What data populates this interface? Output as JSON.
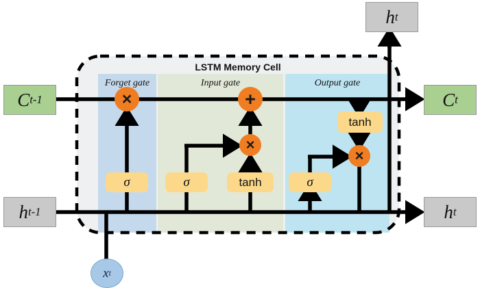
{
  "diagram": {
    "title": "LSTM Memory Cell",
    "type": "lstm-memory-cell-diagram"
  },
  "cell": {
    "title": "LSTM Memory Cell",
    "bands": [
      {
        "id": "forget",
        "label": "Forget gate",
        "color": "#c5d9ec"
      },
      {
        "id": "input",
        "label": "Input gate",
        "color": "#e2e8d8"
      },
      {
        "id": "output",
        "label": "Output gate",
        "color": "#bee4f2"
      }
    ],
    "background": "#eef0f2",
    "border_color": "#000000",
    "border_style": "dashed"
  },
  "io_nodes": [
    {
      "id": "c-prev",
      "symbol": "C",
      "subscript": "t-1",
      "color": "#a9cf91",
      "side": "left-top"
    },
    {
      "id": "h-prev",
      "symbol": "h",
      "subscript": "t-1",
      "color": "#c9c9c9",
      "side": "left-bottom"
    },
    {
      "id": "c-out",
      "symbol": "C",
      "subscript": "t",
      "color": "#a9cf91",
      "side": "right-top"
    },
    {
      "id": "h-out-right",
      "symbol": "h",
      "subscript": "t",
      "color": "#c9c9c9",
      "side": "right-bottom"
    },
    {
      "id": "h-out-top",
      "symbol": "h",
      "subscript": "t",
      "color": "#c9c9c9",
      "side": "top"
    },
    {
      "id": "x-in",
      "symbol": "x",
      "subscript": "t",
      "color": "#a8c8e8",
      "side": "bottom"
    }
  ],
  "activations": [
    {
      "id": "forget-sigma",
      "label": "σ",
      "gate": "forget"
    },
    {
      "id": "input-sigma",
      "label": "σ",
      "gate": "input"
    },
    {
      "id": "input-tanh",
      "label": "tanh",
      "gate": "input"
    },
    {
      "id": "output-sigma",
      "label": "σ",
      "gate": "output"
    },
    {
      "id": "output-tanh",
      "label": "tanh",
      "gate": "output"
    }
  ],
  "operators": [
    {
      "id": "forget-mult",
      "glyph": "×",
      "gate": "forget",
      "color": "#f07d22"
    },
    {
      "id": "input-mult",
      "glyph": "×",
      "gate": "input",
      "color": "#f07d22"
    },
    {
      "id": "cell-add",
      "glyph": "+",
      "gate": "input",
      "color": "#f07d22"
    },
    {
      "id": "output-mult",
      "glyph": "×",
      "gate": "output",
      "color": "#f07d22"
    }
  ],
  "labels": {
    "c_prev_main": "C",
    "c_prev_sub": "t-1",
    "h_prev_main": "h",
    "h_prev_sub": "t-1",
    "c_out_main": "C",
    "c_out_sub": "t",
    "h_out_right_main": "h",
    "h_out_right_sub": "t",
    "h_out_top_main": "h",
    "h_out_top_sub": "t",
    "x_in_main": "x",
    "x_in_sub": "t",
    "sigma": "σ",
    "tanh": "tanh",
    "mult": "×",
    "add": "+",
    "forget_gate": "Forget gate",
    "input_gate": "Input gate",
    "output_gate": "Output gate",
    "cell_title": "LSTM Memory Cell"
  }
}
